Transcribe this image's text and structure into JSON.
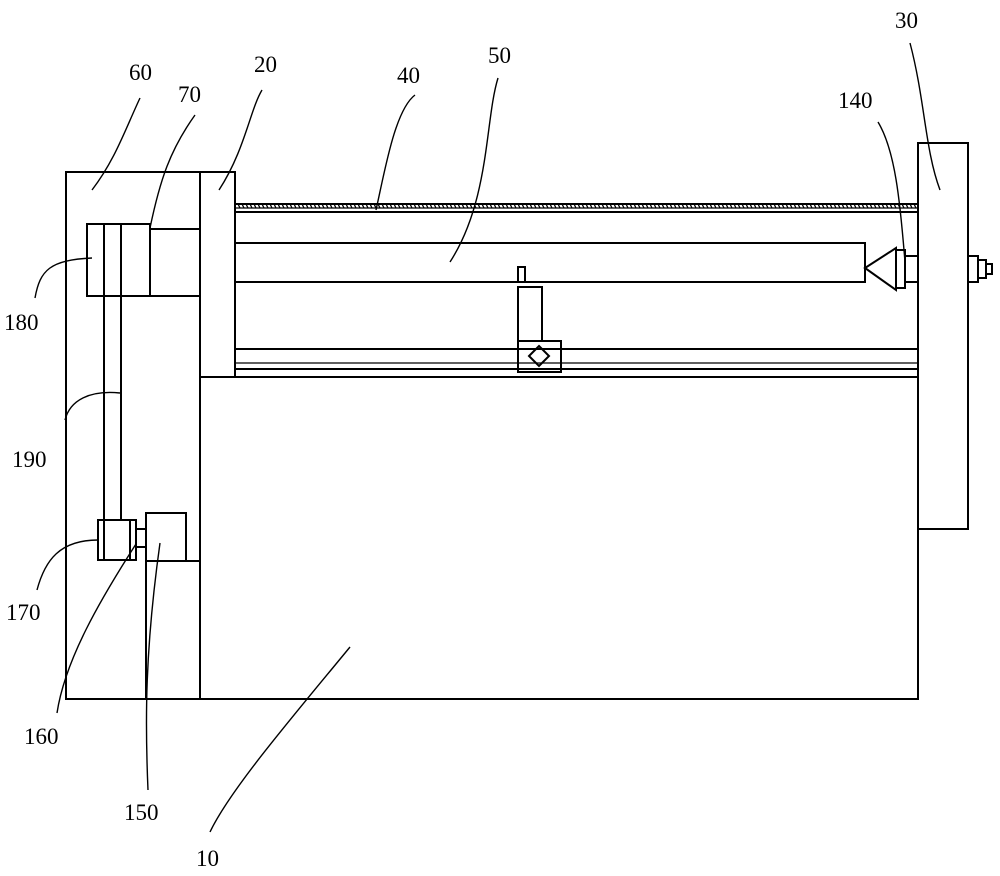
{
  "figure": {
    "labels": {
      "base": "10",
      "left_support": "20",
      "right_support": "30",
      "guide_rail": "40",
      "roller": "50",
      "side_frame": "60",
      "bearing_housing": "70",
      "center_tip": "140",
      "motor": "150",
      "motor_shaft": "160",
      "drive_pulley": "170",
      "driven_pulley": "180",
      "belt": "190"
    }
  }
}
